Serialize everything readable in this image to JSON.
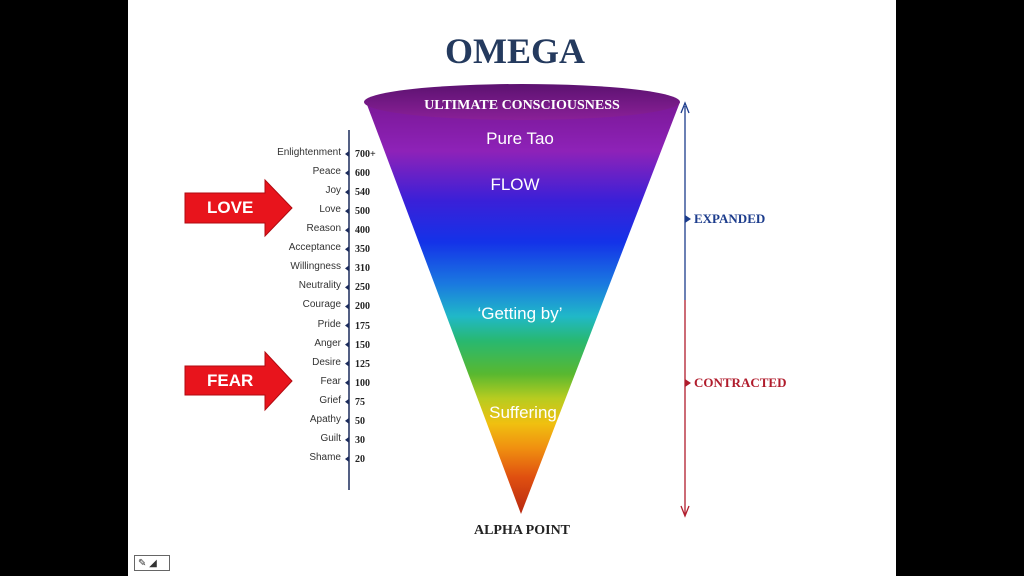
{
  "title": "OMEGA",
  "top_label": "ULTIMATE CONSCIOUSNESS",
  "bottom_label": "ALPHA POINT",
  "cone_labels": [
    "Pure Tao",
    "FLOW",
    "‘Getting by’",
    "Suffering"
  ],
  "expanded_label": "EXPANDED",
  "contracted_label": "CONTRACTED",
  "arrows": [
    {
      "label": "LOVE",
      "color": "#e8141c"
    },
    {
      "label": "FEAR",
      "color": "#e8141c"
    }
  ],
  "scale": [
    {
      "label": "Enlightenment",
      "value": "700+"
    },
    {
      "label": "Peace",
      "value": "600"
    },
    {
      "label": "Joy",
      "value": "540"
    },
    {
      "label": "Love",
      "value": "500"
    },
    {
      "label": "Reason",
      "value": "400"
    },
    {
      "label": "Acceptance",
      "value": "350"
    },
    {
      "label": "Willingness",
      "value": "310"
    },
    {
      "label": "Neutrality",
      "value": "250"
    },
    {
      "label": "Courage",
      "value": "200"
    },
    {
      "label": "Pride",
      "value": "175"
    },
    {
      "label": "Anger",
      "value": "150"
    },
    {
      "label": "Desire",
      "value": "125"
    },
    {
      "label": "Fear",
      "value": "100"
    },
    {
      "label": "Grief",
      "value": "75"
    },
    {
      "label": "Apathy",
      "value": "50"
    },
    {
      "label": "Guilt",
      "value": "30"
    },
    {
      "label": "Shame",
      "value": "20"
    }
  ],
  "colors": {
    "title": "#243a5e",
    "expanded": "#1c3c8c",
    "contracted": "#b01c2c",
    "cone_top": "#8a1a9a",
    "cone_bottom": "#c02810"
  },
  "icons": {
    "slide_control": "slide-control-icon"
  }
}
